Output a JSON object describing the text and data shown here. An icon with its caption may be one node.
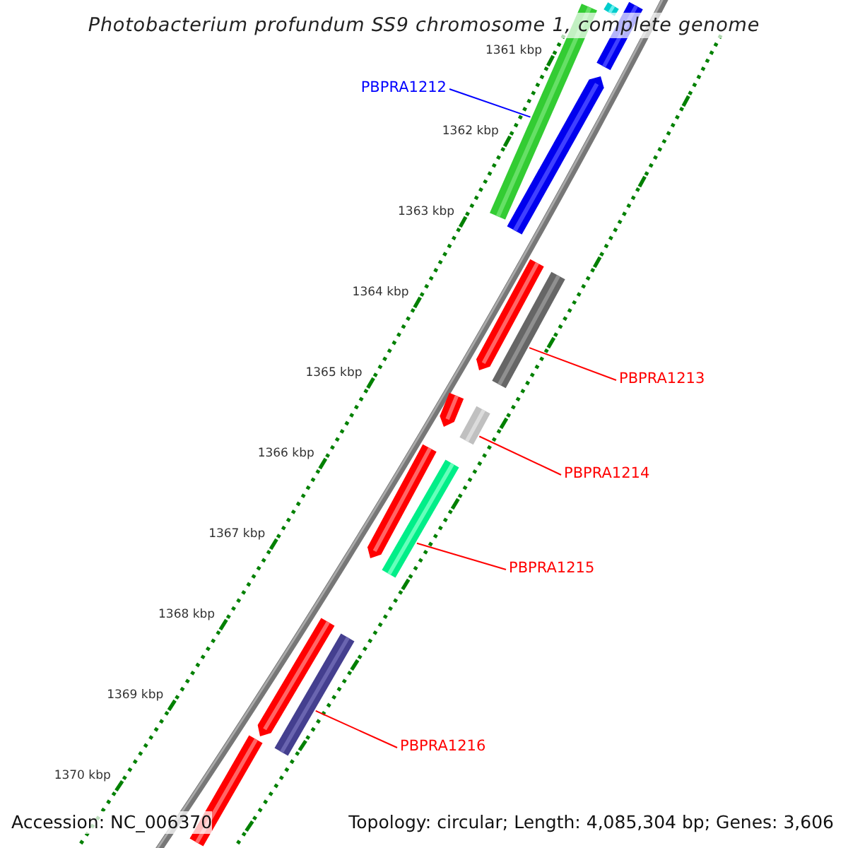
{
  "diagram": {
    "title": "Photobacterium profundum SS9 chromosome 1, complete genome",
    "nodes": [
      {
        "text": [
          "PBPRA1212"
        ]
      },
      {
        "text": [
          "PBPRA1213"
        ]
      },
      {
        "text": [
          "PBPRA1214"
        ]
      },
      {
        "text": [
          "PBPRA1215"
        ]
      },
      {
        "text": [
          "PBPRA1216"
        ]
      },
      {
        "text": [],
        "shape": "bar"
      },
      {
        "text": [],
        "shape": "bar"
      },
      {
        "text": [],
        "shape": "bar"
      },
      {
        "text": [],
        "shape": "bar"
      },
      {
        "text": [],
        "shape": "bar"
      }
    ],
    "edges": [
      {
        "from": 0,
        "to": 5,
        "arrow": "none",
        "color": "#0000ff"
      },
      {
        "from": 1,
        "to": 6,
        "arrow": "none"
      },
      {
        "from": 2,
        "to": 7,
        "arrow": "none"
      },
      {
        "from": 3,
        "to": 8,
        "arrow": "none"
      },
      {
        "from": 4,
        "to": 9,
        "arrow": "none"
      }
    ],
    "labels": [
      "1361 kbp",
      "1362 kbp",
      "1363 kbp",
      "1364 kbp",
      "1365 kbp",
      "1366 kbp",
      "1367 kbp",
      "1368 kbp",
      "1369 kbp",
      "1370 kbp",
      "Accession: NC_006370",
      "Topology: circular; Length: 4,085,304 bp; Genes: 3,606"
    ]
  }
}
